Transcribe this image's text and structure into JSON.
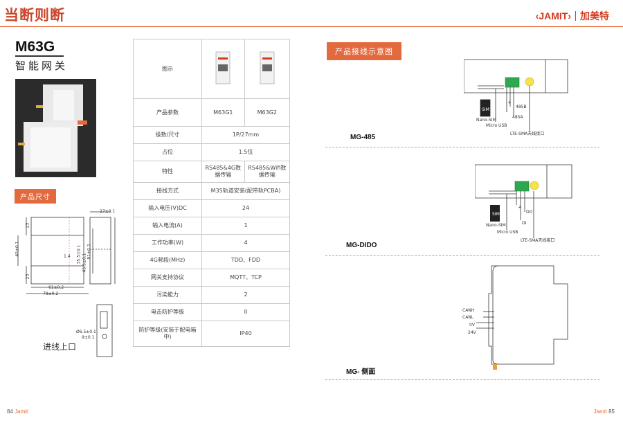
{
  "header": {
    "slogan": "当断则断",
    "brand_logo": "‹JAMIT›",
    "brand_cn": "加美特",
    "accent": "#e36a3e"
  },
  "product": {
    "model": "M63G",
    "name": "智能网关"
  },
  "tags": {
    "size": "产品尺寸",
    "wiring": "产品接线示意图"
  },
  "spec_table": {
    "rows": [
      {
        "label": "图示",
        "values": [
          "",
          ""
        ]
      },
      {
        "label": "产品参数",
        "values": [
          "M63G1",
          "M63G2"
        ]
      },
      {
        "label": "级数/尺寸",
        "value": "1P/27mm"
      },
      {
        "label": "占位",
        "value": "1.5位"
      },
      {
        "label": "特性",
        "values": [
          "RS485&4G数据传输",
          "RS485&Wifi数据传输"
        ]
      },
      {
        "label": "接线方式",
        "value": "M35轨道安装(配带轨PCBA)"
      },
      {
        "label": "输入电压(V)DC",
        "value": "24"
      },
      {
        "label": "输入电流(A)",
        "value": "1"
      },
      {
        "label": "工作功率(W)",
        "value": "4"
      },
      {
        "label": "4G频段(MHz)",
        "value": "TDD、FDD"
      },
      {
        "label": "网关支持协议",
        "value": "MQTT、TCP"
      },
      {
        "label": "污染能力",
        "value": "2"
      },
      {
        "label": "电击防护等级",
        "value": "II"
      },
      {
        "label": "防护等级(安装于配电箱中)",
        "value": "IP40"
      }
    ]
  },
  "dimensions": {
    "d27": "27±0.1",
    "d23a": "23",
    "d45": "45±0.1",
    "d1_4": "1.4",
    "d35_5": "35.5±0.1",
    "d45_5": "45.5±0.1",
    "d91": "91±0.2",
    "d23b": "23",
    "d61": "61±0.2",
    "d78": "78±0.2",
    "d6_5": "Ø6.5±0.1",
    "d9": "9±0.1",
    "entry_label": "进线上口"
  },
  "diagrams": {
    "mg485": {
      "title": "MG-485",
      "labels": {
        "sim": "SIM",
        "nano": "Nano-SIM",
        "usb": "Micro USB",
        "pin_gnd": "⏚",
        "b": "485B",
        "a": "485A",
        "ant": "LTE-SMA天线接口"
      }
    },
    "mgdido": {
      "title": "MG-DIDO",
      "labels": {
        "sim": "SIM",
        "nano": "Nano-SIM",
        "usb": "Micro USB",
        "pin_gnd": "⏚",
        "di": "DI",
        "do": "DO",
        "ant": "LTE-SMA天线接口"
      }
    },
    "side": {
      "title": "MG- 侧面",
      "labels": {
        "canh": "CANH",
        "canl": "CANL",
        "v0": "0V",
        "v24": "24V"
      }
    }
  },
  "footer": {
    "left_num": "84",
    "left_brand": "Jamit",
    "right_brand": "Jamit",
    "right_num": "85"
  }
}
